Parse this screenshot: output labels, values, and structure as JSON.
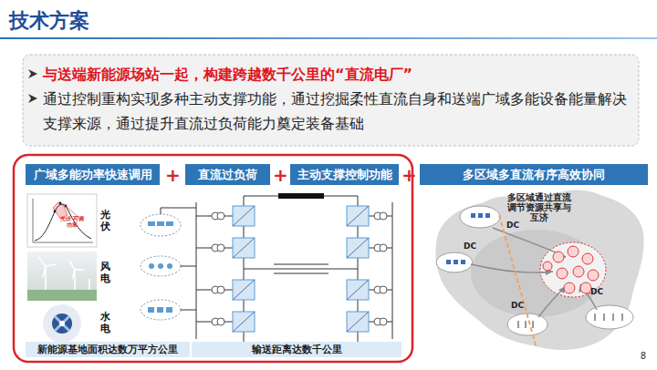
{
  "diagram": {
    "title": "技术方案",
    "nodes": [
      {
        "text": [
          "与送端新能源场站一起，构建跨越数千公里的“直流电厂”",
          "通过控制重构实现多种主动支撑功能，通过挖掘柔性直流自身和送端广域多能设备能量解决支撑来源，通过提升直流过负荷能力奠定装备基础"
        ]
      },
      {
        "text": [
          "广域多能功率快速调用"
        ]
      },
      {
        "text": [
          "直流过负荷"
        ]
      },
      {
        "text": [
          "主动支撑控制功能"
        ]
      },
      {
        "text": [
          "多区域多直流有序高效协同"
        ]
      },
      {
        "text": [
          "新能源基地面积达数万平方公里"
        ]
      },
      {
        "text": [
          "输送距离达数千公里"
        ]
      }
    ],
    "labels": [
      "+",
      "+",
      "+",
      "光伏 可调功率",
      "光伏",
      "风电",
      "水电",
      "多区域通过直流 调节资源共享与互济",
      "DC",
      "DC",
      "DC",
      "DC",
      "8"
    ]
  }
}
